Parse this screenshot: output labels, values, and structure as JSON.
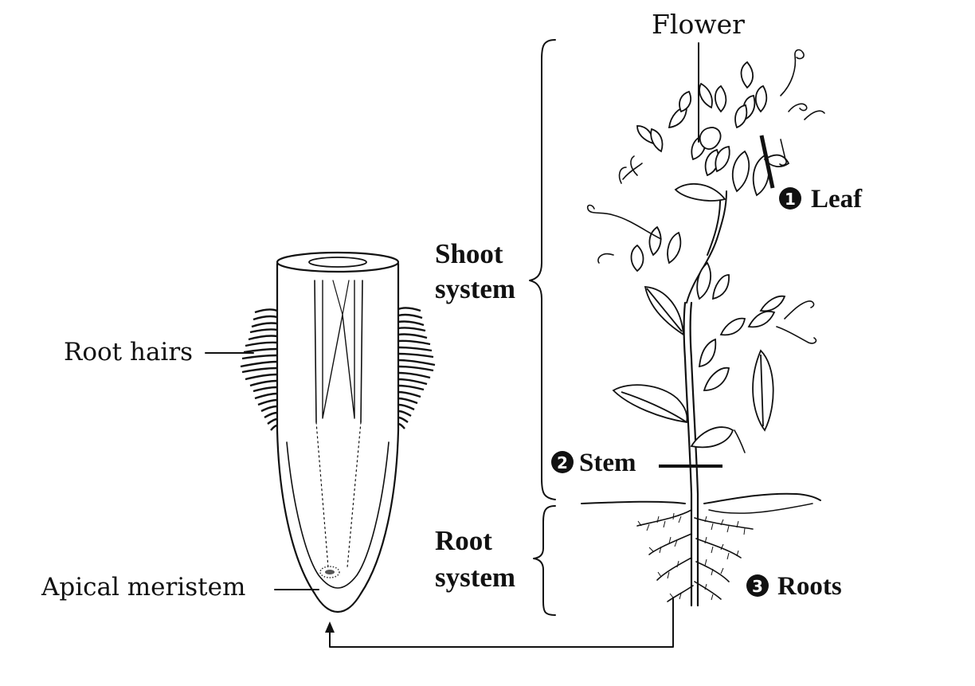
{
  "labels": {
    "flower": "Flower",
    "leaf": "Leaf",
    "stem": "Stem",
    "roots": "Roots",
    "shoot_system": [
      "Shoot",
      "system"
    ],
    "root_system": [
      "Root",
      "system"
    ],
    "root_hairs": "Root hairs",
    "apical_meristem": "Apical meristem"
  },
  "badges": {
    "leaf": "1",
    "stem": "2",
    "roots": "3"
  }
}
